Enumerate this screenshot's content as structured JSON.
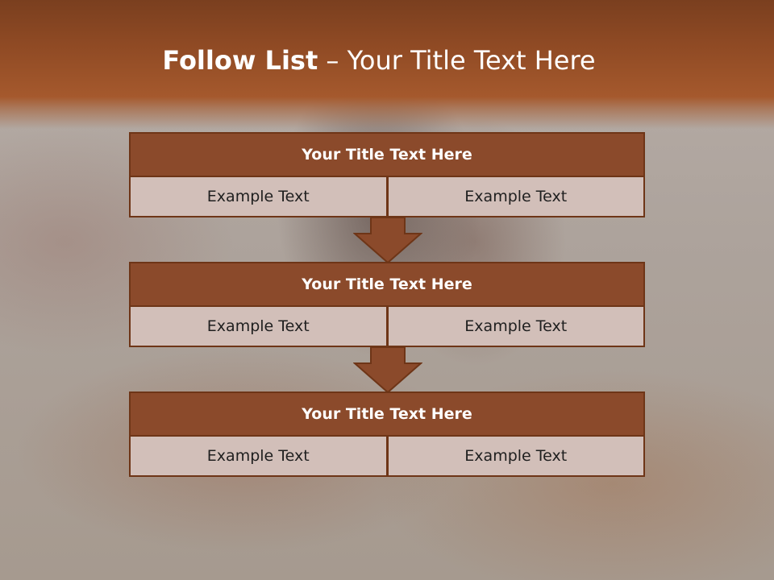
{
  "slide": {
    "title_bold": "Follow List",
    "title_rest": "– Your Title Text Here"
  },
  "steps": [
    {
      "title": "Your Title Text Here",
      "cells": [
        "Example Text",
        "Example Text"
      ]
    },
    {
      "title": "Your Title Text Here",
      "cells": [
        "Example Text",
        "Example Text"
      ]
    },
    {
      "title": "Your Title Text Here",
      "cells": [
        "Example Text",
        "Example Text"
      ]
    }
  ],
  "colors": {
    "header_band": "#8f4a24",
    "title_row": "#8b4a2b",
    "cell_fill": "#d2bfb9",
    "border": "#6e3517",
    "arrow": "#8b4a2b"
  }
}
